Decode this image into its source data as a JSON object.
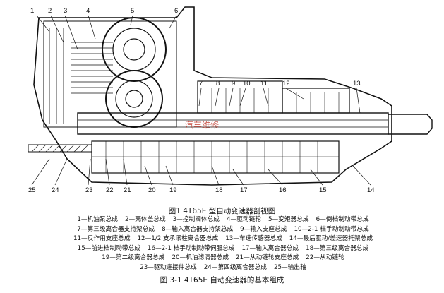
{
  "figure": {
    "title": "图1  4T65E 型自动变速器剖视图",
    "caption": "图 3-1  4T65E 自动变速器的基本组成"
  },
  "callouts": [
    "1",
    "2",
    "3",
    "4",
    "5",
    "6",
    "7",
    "8",
    "9",
    "10",
    "11",
    "12",
    "13",
    "14",
    "15",
    "16",
    "17",
    "18",
    "19",
    "20",
    "21",
    "22",
    "23",
    "24",
    "25"
  ],
  "legend": [
    [
      "1—机油泵总成",
      "2—壳体盖总成",
      "3—控制阀体总成",
      "4—驱动链轮",
      "5—变矩器总成",
      "6—倒档制动带总成"
    ],
    [
      "7—第三级离合器支持架总成",
      "8—输入离合器支持架总成",
      "9—输入支座总成",
      "10—2-1 档手动制动带总成"
    ],
    [
      "11—反作用支座总成",
      "12—1/2 支承滚柱离合器总成",
      "13—车速传感器总成",
      "14—最后驱动/差速器托架总成"
    ],
    [
      "15—前进档制动带总成",
      "16—2-1 档手动制动带伺服总成",
      "17—输入离合器总成",
      "18—第三级离合器总成"
    ],
    [
      "19—第二级离合器总成",
      "20—机油滤清器总成",
      "21—从动链轮支座总成",
      "22—从动链轮"
    ],
    [
      "23—驱动连接件总成",
      "24—第四级离合器总成",
      "25—输出轴"
    ]
  ],
  "colors": {
    "ink": "#111111",
    "paper": "#ffffff",
    "watermark": "#c0392b"
  }
}
